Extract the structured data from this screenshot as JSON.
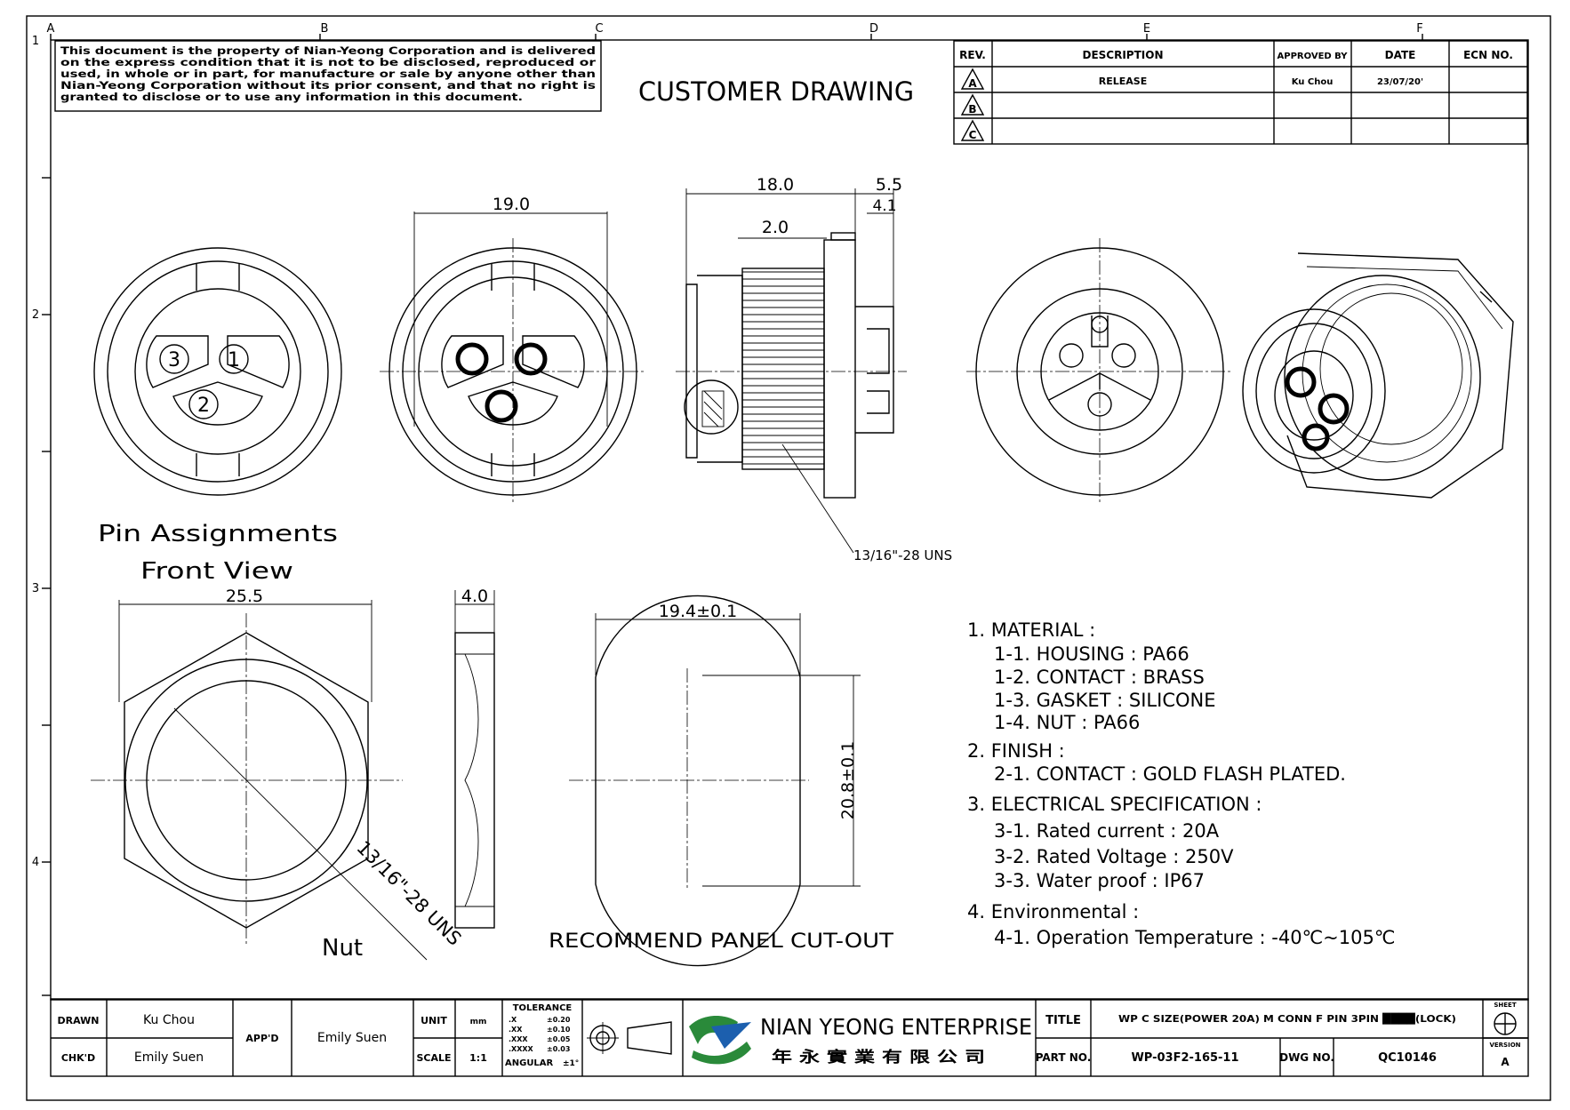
{
  "notice": [
    "This document is the property of Nian-Yeong Corporation and is delivered",
    "on the express condition that it is not to be disclosed, reproduced or",
    "used, in whole or in part, for manufacture or sale by anyone other than",
    "Nian-Yeong Corporation without its prior consent, and that no right is",
    "granted to disclose or to use any information in this document."
  ],
  "heading": "CUSTOMER DRAWING",
  "grid": {
    "columns": [
      "A",
      "B",
      "C",
      "D",
      "E",
      "F"
    ],
    "rows": [
      "1",
      "2",
      "3",
      "4"
    ]
  },
  "revision_table": {
    "headers": {
      "rev": "REV.",
      "description": "DESCRIPTION",
      "approved": "APPROVED BY",
      "date": "DATE",
      "ecn": "ECN NO."
    },
    "rows": [
      {
        "rev": "A",
        "description": "RELEASE",
        "approved": "Ku Chou",
        "date": "23/07/20'",
        "ecn": ""
      },
      {
        "rev": "B",
        "description": "",
        "approved": "",
        "date": "",
        "ecn": ""
      },
      {
        "rev": "C",
        "description": "",
        "approved": "",
        "date": "",
        "ecn": ""
      }
    ]
  },
  "views": {
    "pins": [
      "3",
      "1",
      "2"
    ],
    "pin_caption_1": "Pin Assignments",
    "pin_caption_2": "Front View",
    "front_dim": "19.0",
    "side_dims": {
      "overall": "18.0",
      "flange": "5.5",
      "tail": "4.1",
      "step": "2.0"
    },
    "thread_label": "13/16\"-28 UNS",
    "nut_dim": "25.5",
    "nut_thickness": "4.0",
    "nut_thread": "13/16\"-28 UNS",
    "nut_caption": "Nut",
    "cutout_width": "19.4±0.1",
    "cutout_height": "20.8±0.1",
    "cutout_caption": "RECOMMEND PANEL CUT-OUT"
  },
  "specs": [
    {
      "level": 1,
      "text": "1. MATERIAL :"
    },
    {
      "level": 2,
      "text": "1-1. HOUSING : PA66"
    },
    {
      "level": 2,
      "text": "1-2. CONTACT : BRASS"
    },
    {
      "level": 2,
      "text": "1-3. GASKET : SILICONE"
    },
    {
      "level": 2,
      "text": "1-4. NUT : PA66"
    },
    {
      "level": 1,
      "text": "2. FINISH :"
    },
    {
      "level": 2,
      "text": "2-1. CONTACT : GOLD FLASH PLATED."
    },
    {
      "level": 1,
      "text": "3. ELECTRICAL SPECIFICATION :"
    },
    {
      "level": 2,
      "text": "3-1. Rated current : 20A"
    },
    {
      "level": 2,
      "text": "3-2. Rated Voltage : 250V"
    },
    {
      "level": 2,
      "text": "3-3. Water proof : IP67"
    },
    {
      "level": 1,
      "text": "4. Environmental :"
    },
    {
      "level": 2,
      "text": "4-1. Operation Temperature : -40℃~105℃"
    }
  ],
  "title_block": {
    "drawn_label": "DRAWN",
    "drawn_value": "Ku Chou",
    "checked_label": "CHK'D",
    "checked_value": "Emily Suen",
    "approved_label": "APP'D",
    "approved_value": "Emily Suen",
    "unit_label": "UNIT",
    "unit_value": "mm",
    "scale_label": "SCALE",
    "scale_value": "1:1",
    "tolerance_label": "TOLERANCE",
    "tolerances": [
      {
        "k": ".X",
        "v": "±0.20"
      },
      {
        "k": ".XX",
        "v": "±0.10"
      },
      {
        "k": ".XXX",
        "v": "±0.05"
      },
      {
        "k": ".XXXX",
        "v": "±0.03"
      }
    ],
    "angular_label": "ANGULAR",
    "angular_value": "±1°",
    "company": "NIAN YEONG ENTERPRISE",
    "company_cn": "年 永 實 業 有 限 公 司",
    "title_label": "TITLE",
    "title_value": "WP C SIZE(POWER 20A) M CONN F PIN 3PIN ████(LOCK)",
    "part_label": "PART NO.",
    "part_value": "WP-03F2-165-11",
    "dwg_label": "DWG NO.",
    "dwg_value": "QC10146",
    "sheet_label": "SHEET",
    "version_label": "VERSION",
    "version_value": "A"
  }
}
